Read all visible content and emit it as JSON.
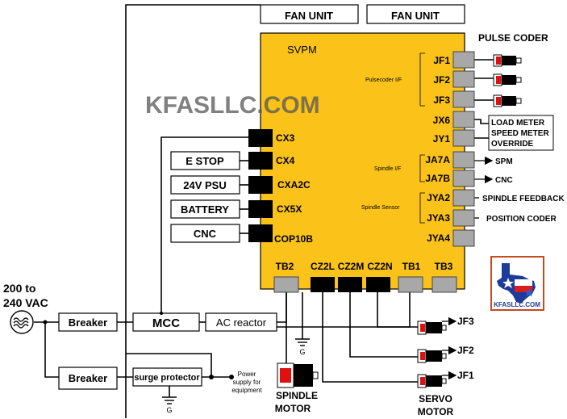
{
  "fan_units": [
    "FAN UNIT",
    "FAN UNIT"
  ],
  "svpm": {
    "title": "SVPM",
    "watermark": "KFASLLC.COM",
    "left_connectors": [
      "CX3",
      "CX4",
      "CXA2C",
      "CX5X",
      "COP10B"
    ],
    "right_connectors": [
      "JF1",
      "JF2",
      "JF3",
      "JX6",
      "JY1",
      "JA7A",
      "JA7B",
      "JYA2",
      "JYA3",
      "JYA4"
    ],
    "bottom_connectors": [
      "TB2",
      "CZ2L",
      "CZ2M",
      "CZ2N",
      "TB1",
      "TB3"
    ],
    "group_labels": {
      "pulsecoder": "Pulsecoder I/F",
      "spindle_if": "Spindle I/F",
      "spindle_sensor": "Spindle Sensor"
    }
  },
  "pulse_coder_title": "PULSE CODER",
  "jy1_box": [
    "LOAD METER",
    "SPEED METER",
    "OVERRIDE"
  ],
  "right_labels": {
    "spm": "SPM",
    "cnc": "CNC",
    "spindle_feedback": "SPINDLE FEEDBACK",
    "position_coder": "POSITION CODER"
  },
  "left_boxes": [
    "E STOP",
    "24V PSU",
    "BATTERY",
    "CNC"
  ],
  "power_input": [
    "200 to",
    "240 VAC"
  ],
  "breakers": [
    "Breaker",
    "Breaker"
  ],
  "mcc": "MCC",
  "ac_reactor": "AC reactor",
  "surge_protector": "surge protector",
  "power_supply_note": [
    "Power",
    "supply for",
    "equipment"
  ],
  "ground_label": "G",
  "spindle_motor": [
    "SPINDLE",
    "MOTOR"
  ],
  "servo_motor": [
    "SERVO",
    "MOTOR"
  ],
  "servo_feedback": [
    "JF3",
    "JF2",
    "JF1"
  ],
  "logo_text": "KFASLLC.COM",
  "colors": {
    "svpm_body": "#FBC31A",
    "connector": "#000000",
    "grey_conn": "#999999",
    "encoder_red": "#E01010",
    "logo_blue": "#1E3A9A",
    "logo_red": "#D62020"
  }
}
